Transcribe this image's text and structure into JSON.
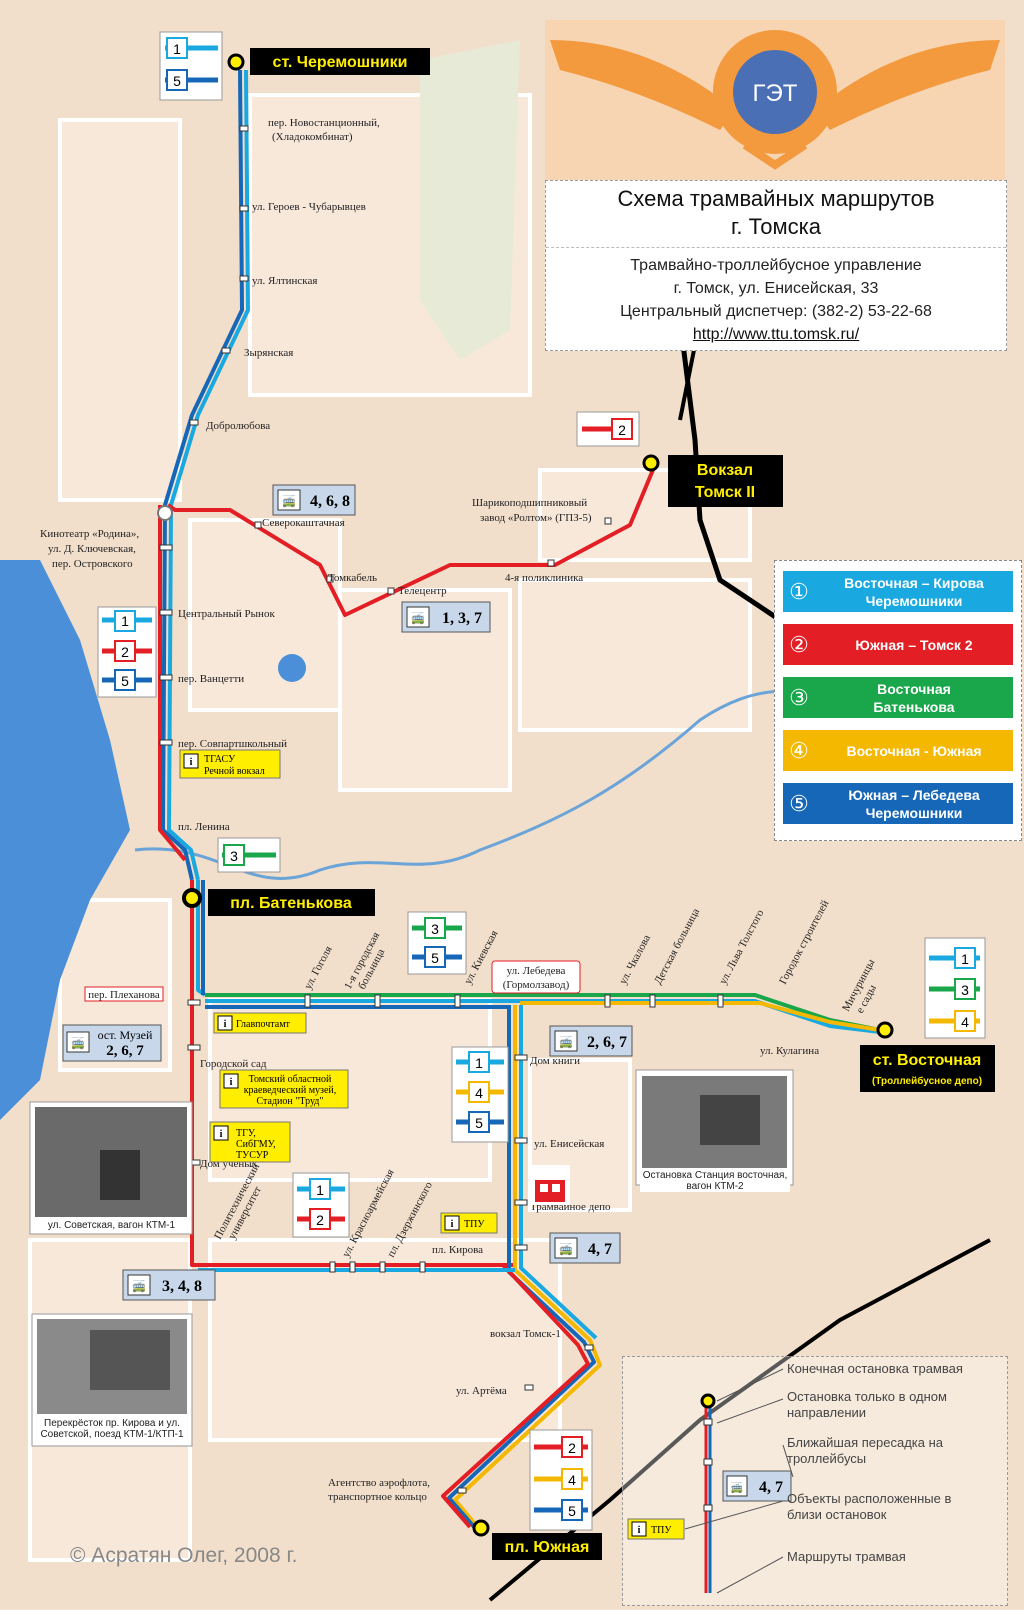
{
  "header": {
    "logo_text": "ГЭТ",
    "title_line1": "Схема трамвайных маршрутов",
    "title_line2": "г. Томска",
    "org": "Трамвайно-троллейбусное управление",
    "address": "г. Томск, ул. Енисейская, 33",
    "dispatcher": "Центральный диспетчер: (382-2) 53-22-68",
    "url": "http://www.ttu.tomsk.ru/"
  },
  "colors": {
    "route1": "#19a9e0",
    "route2": "#e31e24",
    "route3": "#1aa64a",
    "route4": "#f5b800",
    "route5": "#1767b8",
    "terminus_bg": "#000000",
    "terminus_fg": "#ffee00",
    "river": "#4a8fd8",
    "city_block": "#f7e1cf",
    "street": "#ffffff"
  },
  "routes": [
    {
      "num": "①",
      "name": "Восточная – Кирова\nЧеремошники",
      "color": "#19a9e0"
    },
    {
      "num": "②",
      "name": "Южная – Томск 2",
      "color": "#e31e24"
    },
    {
      "num": "③",
      "name": "Восточная\nБатенькова",
      "color": "#1aa64a"
    },
    {
      "num": "④",
      "name": "Восточная - Южная",
      "color": "#f5b800"
    },
    {
      "num": "⑤",
      "name": "Южная – Лебедева\nЧеремошники",
      "color": "#1767b8"
    }
  ],
  "termini": {
    "cheremoshniki": "ст. Черемошники",
    "vokzal": "Вокзал\nТомск II",
    "batenkova": "пл. Батенькова",
    "vostochnaya": "ст. Восточная",
    "vostochnaya_sub": "(Троллейбусное депо)",
    "yuzhnaya": "пл. Южная"
  },
  "stops": {
    "s1": "пер. Новостанционный,",
    "s1b": "(Хладокомбинат)",
    "s2": "ул. Героев - Чубарывцев",
    "s3": "ул. Ялтинская",
    "s4": "Зырянская",
    "s5": "Добролюбова",
    "s6": "Кинотеатр «Родина»,",
    "s6b": "ул. Д. Ключевская,",
    "s6c": "пер. Островского",
    "s7": "Центральный Рынок",
    "s8": "пер. Ванцетти",
    "s9": "пер. Совпартшкольный",
    "s10": "пл. Ленина",
    "s11": "Северокаштачная",
    "s12": "Томкабель",
    "s13": "Телецентр",
    "s14": "4-я поликлиника",
    "s15": "Шарикоподшипниковый",
    "s15b": "завод «Ролтом» (ГПЗ-5)",
    "s16": "пер. Плеханова",
    "s17": "Городской сад",
    "s18": "Дом ученых",
    "s19": "ул. Гоголя",
    "s20": "1-я городская",
    "s20b": "больница",
    "s21": "ул. Киевская",
    "s22": "ул. Лебедева",
    "s22b": "(Гормолзавод)",
    "s23": "ул. Чкалова",
    "s24": "Детская больница",
    "s25": "ул. Льва Толстого",
    "s26": "Городок строителей",
    "s27": "Мичуринцы",
    "s27b": "е сады",
    "s28": "ул. Кулагина",
    "s29": "Дом книги",
    "s30": "ул. Енисейская",
    "s31": "Трамвайное депо",
    "s32": "пл. Кирова",
    "s33": "Политехнический",
    "s33b": "университет",
    "s34": "ул. Красноармейская",
    "s35": "пл. Дзержинского",
    "s36": "вокзал Томск-1",
    "s37": "ул. Артёма",
    "s38": "Агентство аэрофлота,",
    "s38b": "транспортное кольцо"
  },
  "trolley_badges": {
    "b1": "4, 6, 8",
    "b2": "1, 3, 7",
    "b3_pre": "ост. Музей",
    "b3": "2, 6, 7",
    "b4": "2, 6, 7",
    "b5": "4, 7",
    "b6": "3, 4, 8"
  },
  "info_boxes": {
    "i1": "ТГАСУ",
    "i1b": "Речной вокзал",
    "i2": "Главпочтамт",
    "i3": "Томский областной",
    "i3b": "краеведческий музей,",
    "i3c": "Стадион \"Труд\"",
    "i4": "ТГУ,",
    "i4b": "СибГМУ,",
    "i4c": "ТУСУР",
    "i5": "ТПУ"
  },
  "route_nums": {
    "r1": "1",
    "r2": "2",
    "r3": "3",
    "r4": "4",
    "r5": "5"
  },
  "photos": {
    "p1": "Остановка Станция восточная,\nвагон КТМ-2",
    "p2": "ул. Советская, вагон КТМ-1",
    "p3": "Перекрёсток пр. Кирова и ул.\nСоветской, поезд КТМ-1/КТП-1"
  },
  "key": {
    "k1": "Конечная остановка трамвая",
    "k2": "Остановка только в одном\nнаправлении",
    "k3": "Ближайшая пересадка на\nтроллейбусы",
    "k4": "Объекты расположенные в\nблизи остановок",
    "k5": "Маршруты трамвая",
    "badge": "4, 7",
    "info": "ТПУ"
  },
  "copyright": "© Асратян Олег, 2008 г."
}
